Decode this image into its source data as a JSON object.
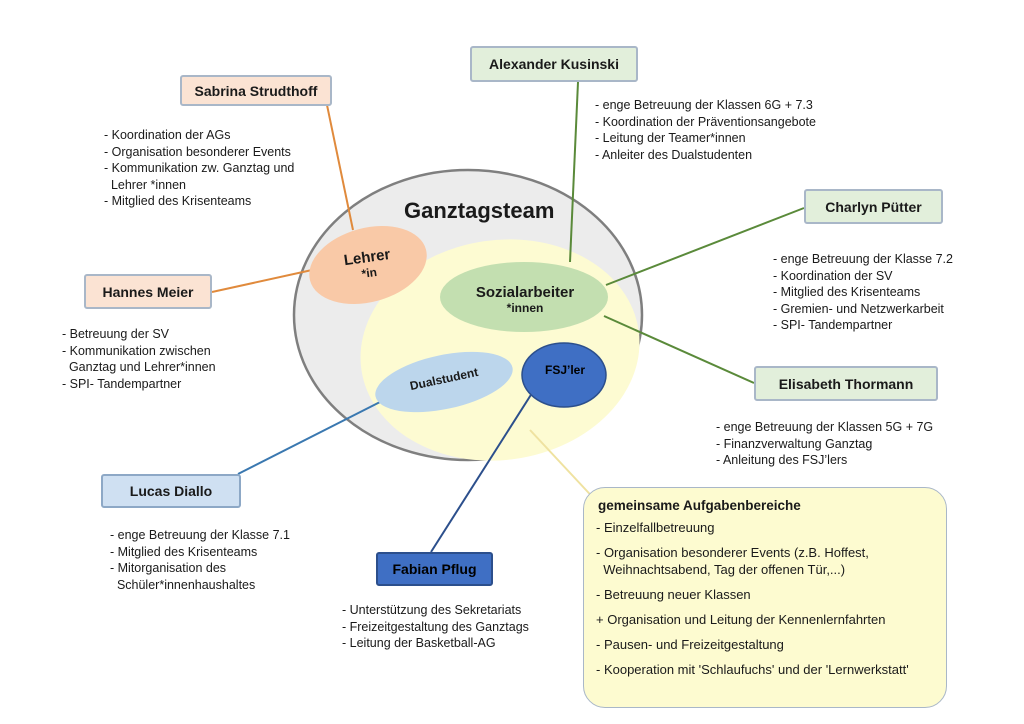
{
  "title": "Ganztagsteam",
  "groups": {
    "lehrer": {
      "line1": "Lehrer",
      "line2": "*in"
    },
    "sozial": {
      "line1": "Sozialarbeiter",
      "line2": "*innen"
    },
    "dual": "Dualstudent",
    "fsj": "FSJ’ler"
  },
  "people": {
    "sabrina": {
      "name": "Sabrina Strudthoff",
      "tasks": [
        "- Koordination der AGs",
        "- Organisation besonderer Events",
        "- Kommunikation zw. Ganztag und",
        "  Lehrer *innen",
        "- Mitglied des Krisenteams"
      ]
    },
    "hannes": {
      "name": "Hannes Meier",
      "tasks": [
        "- Betreuung der SV",
        "- Kommunikation zwischen",
        "  Ganztag und Lehrer*innen",
        "- SPI- Tandempartner"
      ]
    },
    "alexander": {
      "name": "Alexander Kusinski",
      "tasks": [
        "- enge Betreuung der Klassen 6G + 7.3",
        "- Koordination der Präventionsangebote",
        "- Leitung der Teamer*innen",
        "- Anleiter des Dualstudenten"
      ]
    },
    "charlyn": {
      "name": "Charlyn Pütter",
      "tasks": [
        "- enge Betreuung der Klasse 7.2",
        "- Koordination der SV",
        "- Mitglied des Krisenteams",
        "- Gremien- und Netzwerkarbeit",
        "- SPI- Tandempartner"
      ]
    },
    "elisabeth": {
      "name": "Elisabeth Thormann",
      "tasks": [
        "- enge Betreuung der Klassen 5G + 7G",
        "- Finanzverwaltung Ganztag",
        "- Anleitung des FSJ’lers"
      ]
    },
    "lucas": {
      "name": "Lucas Diallo",
      "tasks": [
        "- enge Betreuung der Klasse 7.1",
        "- Mitglied des Krisenteams",
        "- Mitorganisation des",
        "  Schüler*innenhaushaltes"
      ]
    },
    "fabian": {
      "name": "Fabian Pflug",
      "tasks": [
        "- Unterstützung des Sekretariats",
        "- Freizeitgestaltung des Ganztags",
        "- Leitung der Basketball-AG"
      ]
    }
  },
  "common": {
    "heading": "gemeinsame Aufgabenbereiche",
    "items": [
      "- Einzelfallbetreuung",
      "- Organisation besonderer Events (z.B. Hoffest,\n  Weihnachtsabend, Tag der offenen Tür,...)",
      "- Betreuung neuer Klassen",
      "+ Organisation und Leitung der Kennenlernfahrten",
      "- Pausen- und Freizeitgestaltung",
      "- Kooperation mit 'Schlaufuchs' und der 'Lernwerkstatt'"
    ]
  },
  "colors": {
    "orange_line": "#e08a3c",
    "green_line": "#5a8a3a",
    "blue_line": "#3a78b0",
    "dark_line": "#2c4f8c"
  }
}
